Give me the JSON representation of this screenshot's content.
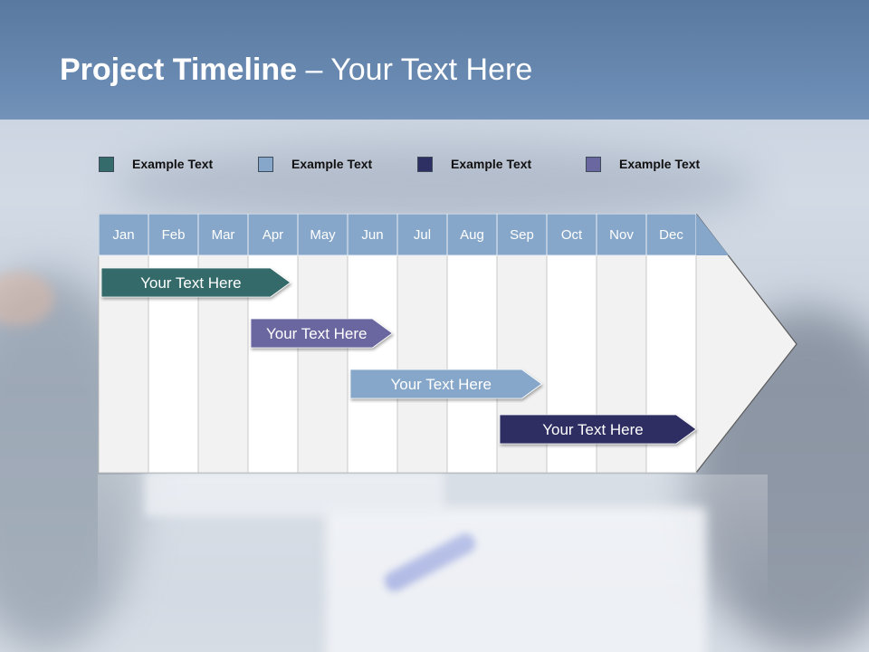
{
  "slide": {
    "title_bold": "Project Timeline",
    "title_rest": " – Your Text Here"
  },
  "legend": [
    {
      "label": "Example Text",
      "color": "#356b6b"
    },
    {
      "label": "Example Text",
      "color": "#86a7c9"
    },
    {
      "label": "Example Text",
      "color": "#2e2f63"
    },
    {
      "label": "Example Text",
      "color": "#6a66a0"
    }
  ],
  "months": [
    "Jan",
    "Feb",
    "Mar",
    "Apr",
    "May",
    "Jun",
    "Jul",
    "Aug",
    "Sep",
    "Oct",
    "Nov",
    "Dec"
  ],
  "tasks": [
    {
      "label": "Your  Text Here",
      "start": 0,
      "end": 3.85,
      "color": "#356b6b"
    },
    {
      "label": "Your  Text Here",
      "start": 3.0,
      "end": 5.9,
      "color": "#6a66a0"
    },
    {
      "label": "Your  Text Here",
      "start": 5.0,
      "end": 8.9,
      "color": "#86a7c9"
    },
    {
      "label": "Your  Text Here",
      "start": 8.0,
      "end": 12.0,
      "color": "#2e2f63"
    }
  ],
  "colors": {
    "header_band": "#6686ae",
    "month_header": "#86a7c9",
    "column_light": "#f2f2f2",
    "column_white": "#ffffff"
  }
}
